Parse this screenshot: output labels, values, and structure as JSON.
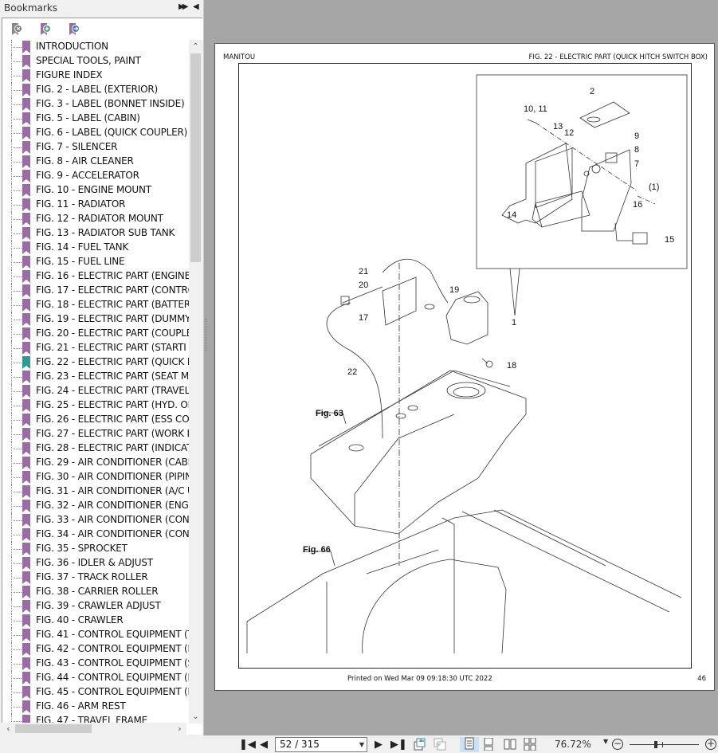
{
  "sidebar": {
    "title": "Bookmarks",
    "toolbar": {
      "delete_label": "delete-bookmark",
      "add_label": "add-bookmark",
      "goto_label": "go-to-bookmark"
    },
    "items": [
      {
        "label": "INTRODUCTION",
        "active": false
      },
      {
        "label": "SPECIAL TOOLS, PAINT",
        "active": false
      },
      {
        "label": "FIGURE INDEX",
        "active": false
      },
      {
        "label": "FIG. 2 - LABEL (EXTERIOR)",
        "active": false
      },
      {
        "label": "FIG. 3 - LABEL (BONNET INSIDE)",
        "active": false
      },
      {
        "label": "FIG. 5 - LABEL (CABIN)",
        "active": false
      },
      {
        "label": "FIG. 6 - LABEL (QUICK COUPLER)",
        "active": false
      },
      {
        "label": "FIG. 7 - SILENCER",
        "active": false
      },
      {
        "label": "FIG. 8 - AIR CLEANER",
        "active": false
      },
      {
        "label": "FIG. 9 - ACCELERATOR",
        "active": false
      },
      {
        "label": "FIG. 10 - ENGINE MOUNT",
        "active": false
      },
      {
        "label": "FIG. 11 - RADIATOR",
        "active": false
      },
      {
        "label": "FIG. 12 - RADIATOR MOUNT",
        "active": false
      },
      {
        "label": "FIG. 13 - RADIATOR SUB TANK",
        "active": false
      },
      {
        "label": "FIG. 14 - FUEL TANK",
        "active": false
      },
      {
        "label": "FIG. 15 - FUEL LINE",
        "active": false
      },
      {
        "label": "FIG. 16 - ELECTRIC PART (ENGINE",
        "active": false
      },
      {
        "label": "FIG. 17 - ELECTRIC PART (CONTRO",
        "active": false
      },
      {
        "label": "FIG. 18 - ELECTRIC PART (BATTER",
        "active": false
      },
      {
        "label": "FIG. 19 - ELECTRIC PART (DUMMY",
        "active": false
      },
      {
        "label": "FIG. 20 - ELECTRIC PART (COUPLE",
        "active": false
      },
      {
        "label": "FIG. 21 - ELECTRIC PART (STARTI",
        "active": false
      },
      {
        "label": "FIG. 22 - ELECTRIC PART (QUICK H",
        "active": true
      },
      {
        "label": "FIG. 23 - ELECTRIC PART (SEAT M",
        "active": false
      },
      {
        "label": "FIG. 24 - ELECTRIC PART (TRAVEL",
        "active": false
      },
      {
        "label": "FIG. 25 - ELECTRIC PART (HYD. OI",
        "active": false
      },
      {
        "label": "FIG. 26 - ELECTRIC PART (ESS COI",
        "active": false
      },
      {
        "label": "FIG. 27 - ELECTRIC PART (WORK L",
        "active": false
      },
      {
        "label": "FIG. 28 - ELECTRIC PART (INDICAT",
        "active": false
      },
      {
        "label": "FIG. 29 - AIR CONDITIONER (CABII",
        "active": false
      },
      {
        "label": "FIG. 30 - AIR CONDITIONER (PIPIN",
        "active": false
      },
      {
        "label": "FIG. 31 - AIR CONDITIONER (A/C U",
        "active": false
      },
      {
        "label": "FIG. 32 - AIR CONDITIONER (ENGI",
        "active": false
      },
      {
        "label": "FIG. 33 - AIR CONDITIONER (COND",
        "active": false
      },
      {
        "label": "FIG. 34 - AIR CONDITIONER (COND",
        "active": false
      },
      {
        "label": "FIG. 35 - SPROCKET",
        "active": false
      },
      {
        "label": "FIG. 36 - IDLER & ADJUST",
        "active": false
      },
      {
        "label": "FIG. 37 - TRACK ROLLER",
        "active": false
      },
      {
        "label": "FIG. 38 - CARRIER ROLLER",
        "active": false
      },
      {
        "label": "FIG. 39 - CRAWLER ADJUST",
        "active": false
      },
      {
        "label": "FIG. 40 - CRAWLER",
        "active": false
      },
      {
        "label": "FIG. 41 - CONTROL EQUIPMENT (T",
        "active": false
      },
      {
        "label": "FIG. 42 - CONTROL EQUIPMENT (E",
        "active": false
      },
      {
        "label": "FIG. 43 - CONTROL EQUIPMENT (S",
        "active": false
      },
      {
        "label": "FIG. 44 - CONTROL EQUIPMENT (L",
        "active": false
      },
      {
        "label": "FIG. 45 - CONTROL EQUIPMENT (P",
        "active": false
      },
      {
        "label": "FIG. 46 - ARM REST",
        "active": false
      },
      {
        "label": "FIG. 47 - TRAVEL FRAME",
        "active": false
      }
    ]
  },
  "page": {
    "brand": "MANITOU",
    "figure_title": "FIG. 22 - ELECTRIC PART (QUICK HITCH SWITCH BOX)",
    "footer": "Printed on  Wed Mar 09 09:18:30 UTC 2022",
    "page_number": "46",
    "callouts": {
      "c1": "1",
      "c1p": "(1)",
      "c2": "2",
      "c7": "7",
      "c8": "8",
      "c9": "9",
      "c10_11": "10, 11",
      "c12": "12",
      "c13": "13",
      "c14": "14",
      "c15": "15",
      "c16": "16",
      "c17": "17",
      "c18": "18",
      "c19": "19",
      "c20": "20",
      "c21": "21",
      "c22": "22",
      "fig63": "Fig. 63",
      "fig66": "Fig. 66"
    }
  },
  "toolbar": {
    "page_field": "52 / 315",
    "current_page": 52,
    "total_pages": 315,
    "zoom_level": "76.72%",
    "zoom_percent": 76.72
  },
  "colors": {
    "bookmark_flag": "#9b6ba5",
    "bookmark_flag_active": "#2e9a93",
    "view_background": "#a6a6a6",
    "active_view_mode": "#cce0f5"
  }
}
